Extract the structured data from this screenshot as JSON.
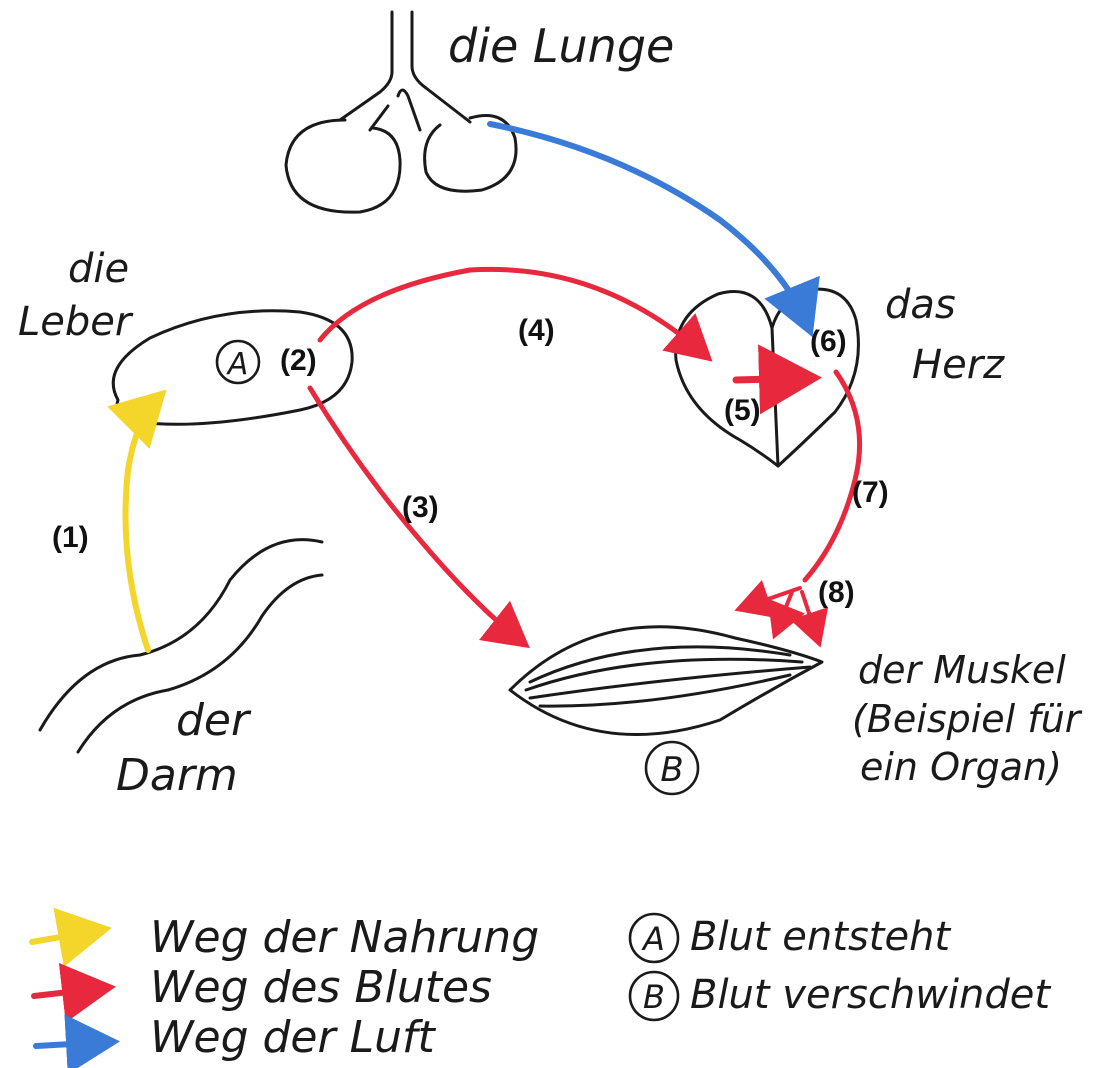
{
  "colors": {
    "food": "#f4d52a",
    "blood": "#e8283d",
    "air": "#3a7bd8",
    "ink": "#1a1a1a"
  },
  "organs": {
    "lung": "die Lunge",
    "liver_line1": "die",
    "liver_line2": "Leber",
    "heart_line1": "das",
    "heart_line2": "Herz",
    "intestine_line1": "der",
    "intestine_line2": "Darm",
    "muscle_line1": "der Muskel",
    "muscle_line2": "(Beispiel für",
    "muscle_line3": "ein Organ)"
  },
  "markers": {
    "a": "A",
    "b": "B"
  },
  "steps": [
    "(1)",
    "(2)",
    "(3)",
    "(4)",
    "(5)",
    "(6)",
    "(7)",
    "(8)"
  ],
  "legend": {
    "food": "Weg der Nahrung",
    "blood": "Weg des Blutes",
    "air": "Weg der Luft",
    "a_marker": "A",
    "a_text": "Blut entsteht",
    "b_marker": "B",
    "b_text": "Blut verschwindet"
  }
}
